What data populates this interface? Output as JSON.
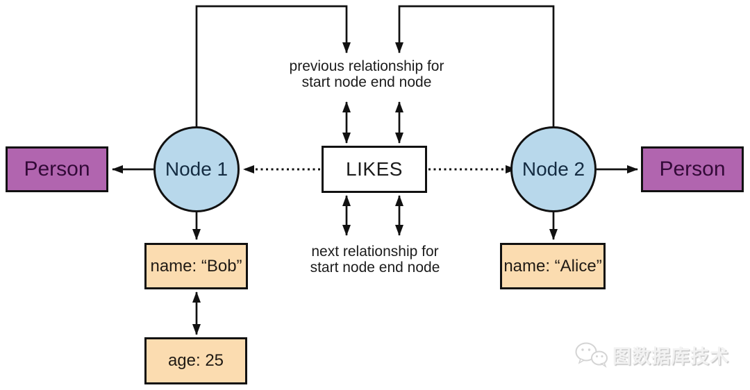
{
  "diagram": {
    "left_label_box": {
      "text": "Person"
    },
    "right_label_box": {
      "text": "Person"
    },
    "node1": {
      "text": "Node 1"
    },
    "node2": {
      "text": "Node 2"
    },
    "relationship_box": {
      "text": "LIKES"
    },
    "captions": {
      "previous": {
        "line1": "previous relationship for",
        "line2": "start node end node"
      },
      "next": {
        "line1": "next relationship for",
        "line2": "start node end node"
      }
    },
    "properties": {
      "node1_name": "name: “Bob”",
      "node1_age": "age: 25",
      "node2_name": "name: “Alice”"
    },
    "colors": {
      "person_fill": "#b165af",
      "person_text": "#330a38",
      "node_fill": "#b8d8eb",
      "node_text": "#142c42",
      "property_fill": "#fbdcb0",
      "property_text": "#1f1a14",
      "line": "#111111",
      "caption_text": "#1b1b1b",
      "watermark": "#c6c6c6"
    }
  },
  "watermark": {
    "icon": "wechat-icon",
    "text": "图数据库技术"
  }
}
